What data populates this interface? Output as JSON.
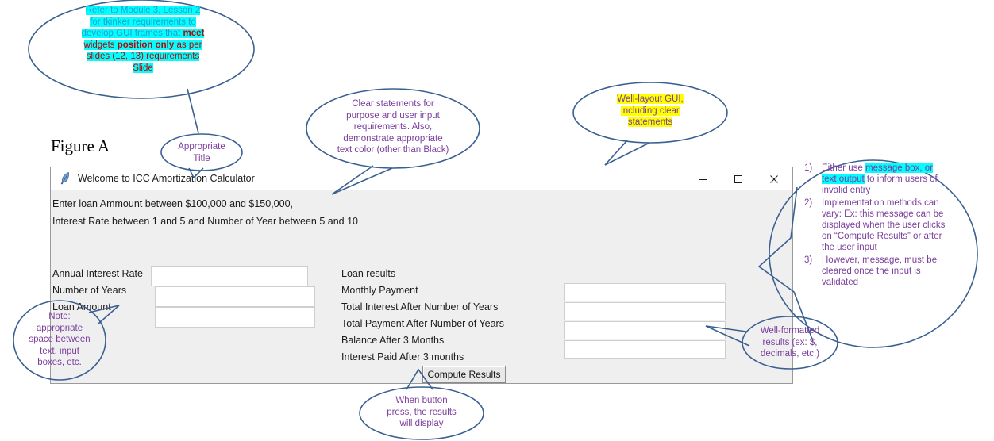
{
  "figure_label": "Figure A",
  "window": {
    "title": "Welcome to ICC Amortization Calculator",
    "icon": "quill-feather-icon",
    "controls": {
      "minimize": "—",
      "maximize": "☐",
      "close": "✕"
    },
    "instructions": [
      "Enter loan Ammount between $100,000 and $150,000,",
      "Interest Rate between 1 and 5 and Number of Year between 5 and 10"
    ],
    "form_labels": [
      "Annual Interest Rate",
      "Number of Years",
      "Loan Amount"
    ],
    "form_values": [
      "",
      "",
      ""
    ],
    "result_labels": [
      "Loan results",
      "Monthly Payment",
      "Total Interest After Number of Years",
      "Total Payment After Number of Years",
      "Balance After 3 Months",
      "Interest Paid After 3 months"
    ],
    "result_values": [
      "",
      "",
      "",
      ""
    ],
    "button_label": "Compute Results"
  },
  "annotations": {
    "module_note": {
      "line1": "Refer to Module 3, Lesson 2",
      "line2": "for tkinker requirements to",
      "line3a": "develop GUI frames that ",
      "line3b": "meet",
      "line4a": "widgets ",
      "line4b": "position only",
      "line4c": " as per",
      "line5": "slides (12, 13) requirements",
      "line6": "Slide"
    },
    "appropriate_title": "Appropriate\nTitle",
    "appropriate_title_l1": "Appropriate",
    "appropriate_title_l2": "Title",
    "clear_statements": "Clear statements for purpose and user input requirements. Also, demonstrate appropriate text color (other than Black)",
    "clear_statements_lines": [
      "Clear statements for",
      "purpose and user input",
      "requirements. Also,",
      "demonstrate appropriate",
      "text color (other than Black)"
    ],
    "well_layout_lines": [
      "Well-layout GUI,",
      "including clear",
      "statements"
    ],
    "note_space_lines": [
      "Note:",
      "appropriate",
      "space between",
      "text, input",
      "boxes, etc."
    ],
    "when_button_lines": [
      "When button",
      "press, the results",
      "will display"
    ],
    "well_formatted_lines": [
      "Well-formatted",
      "results (ex: $,",
      "decimals, etc.)"
    ],
    "numbered": [
      {
        "num": "1)",
        "pre": "Either use ",
        "hl": "message box, or text output",
        "post": " to inform users of invalid entry"
      },
      {
        "num": "2)",
        "pre": "Implementation methods can vary: Ex: this message can be displayed when the user clicks on “Compute Results” or after the user input",
        "hl": "",
        "post": ""
      },
      {
        "num": "3)",
        "pre": "However, message, must be cleared once the input is validated",
        "hl": "",
        "post": ""
      }
    ]
  },
  "colors": {
    "callout_outline": "#3A6091",
    "callout_text": "#7B3F9D",
    "highlight_cyan": "#00FFFF",
    "highlight_yellow": "#FFFF00",
    "red_emphasis": "#C00000",
    "cyan_text": "#1F9FD0",
    "window_bg": "#EFEFEF",
    "titlebar_bg": "#FFFFFF"
  }
}
